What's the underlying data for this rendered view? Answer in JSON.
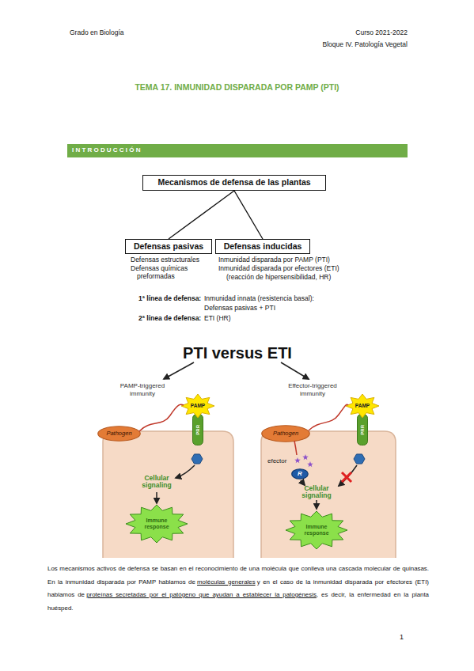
{
  "diagram": {
    "title": "TEMA 17. INMUNIDAD DISPARADA POR PAMP (PTI)",
    "nodes": [
      {
        "text": [
          "INTRODUCCIÓN"
        ]
      },
      {
        "text": [
          "Mecanismos de defensa de las plantas"
        ]
      },
      {
        "text": [
          "Defensas pasivas"
        ]
      },
      {
        "text": [
          "Defensas inducidas"
        ]
      },
      {
        "text": [
          "Pathogen"
        ]
      },
      {
        "text": [
          "PAMP"
        ]
      },
      {
        "text": [
          "PRR"
        ]
      },
      {
        "text": [
          "Cellular signaling"
        ]
      },
      {
        "text": [
          "Immune response"
        ],
        "in": 7
      },
      {
        "text": [
          "Pathogen"
        ]
      },
      {
        "text": [
          "PAMP"
        ]
      },
      {
        "text": [
          "PRR"
        ]
      },
      {
        "text": [
          "Cellular signaling"
        ]
      },
      {
        "text": [
          "R"
        ],
        "in": 12
      },
      {
        "text": [
          "Immune response"
        ],
        "in": 12
      }
    ],
    "edges": [
      {
        "from": 1,
        "to": 2,
        "arrow": "none"
      },
      {
        "from": 1,
        "to": 3,
        "arrow": "none"
      }
    ],
    "labels": [
      "Grado en Biología",
      "Curso 2021-2022",
      "Bloque IV. Patología Vegetal",
      "Defensas estructurales",
      "Defensas químicas preformadas",
      "Inmunidad disparada por PAMP (PTI)",
      "Inmunidad disparada por efectores (ETI)",
      "(reacción de hipersensibilidad, HR)",
      "1ª línea de defensa:",
      "Inmunidad innata (resistencia basal):",
      "Defensas pasivas + PTI",
      "2ª línea de defensa:",
      "ETI (HR)",
      "PTI versus ETI",
      "PAMP-triggered immunity",
      "Effector-triggered immunity",
      "efector",
      "Los mecanismos activos de defensa se basan en el reconocimiento de una molécula que conlleva una cascada molecular de quinasas. En la inmunidad disparada por PAMP hablamos de",
      "moléculas generales",
      "y en el caso de la inmunidad disparada por efectores (ETI) hablamos de",
      "proteínas secretadas por el patógeno que ayudan a establecer la patogénesis",
      ", es decir, la enfermedad en la planta huésped.",
      "1"
    ]
  }
}
